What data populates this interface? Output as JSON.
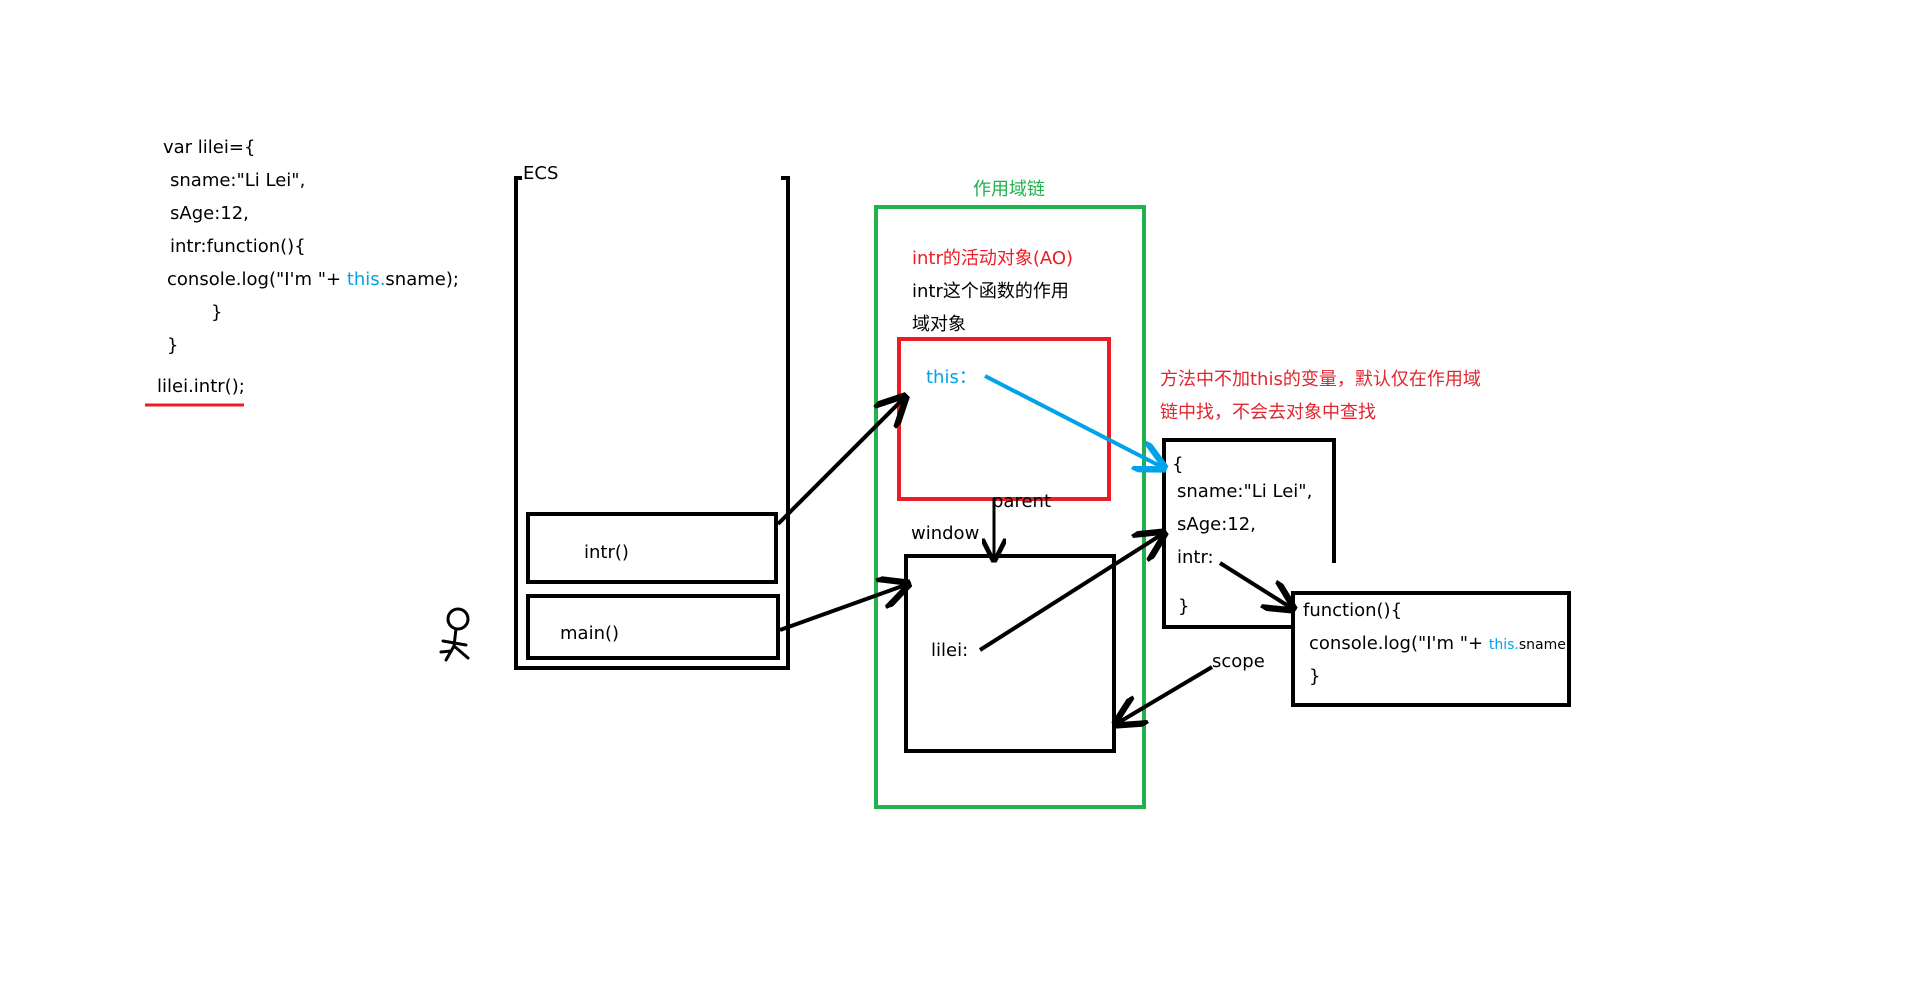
{
  "code": {
    "lines": [
      "var lilei={",
      "sname:\"Li Lei\",",
      "sAge:12,",
      "intr:function(){",
      "console.log(\"I'm \"+ ",
      "}",
      "}"
    ],
    "this_keyword": "this.",
    "log_suffix": "sname);",
    "call": "lilei.intr();"
  },
  "ecs": {
    "label": "ECS",
    "frames": [
      "intr()",
      "main()"
    ]
  },
  "scope_chain": {
    "label": "作用域链",
    "ao_title": "intr的活动对象(AO)",
    "ao_desc_line1": "intr这个函数的作用",
    "ao_desc_line2": "域对象",
    "this_label": "this：",
    "parent_label": "parent",
    "window_label": "window",
    "lilei_label": "lilei:"
  },
  "note": {
    "line1": "方法中不加this的变量，默认仅在作用域",
    "line2": "链中找，不会去对象中查找"
  },
  "object": {
    "open": "{",
    "sname": "sname:\"Li Lei\",",
    "sage": "sAge:12,",
    "intr": "intr:",
    "close": "}"
  },
  "function_box": {
    "open": "function(){",
    "log_prefix": "console.log(\"I'm \"+ ",
    "this_keyword": "this.",
    "log_suffix": "sname",
    "close": "}"
  },
  "scope_label": "scope",
  "colors": {
    "ink": "#000000",
    "green": "#22b14c",
    "red": "#ed1c24",
    "blue": "#00a2e8",
    "note_red": "#e0262e"
  }
}
